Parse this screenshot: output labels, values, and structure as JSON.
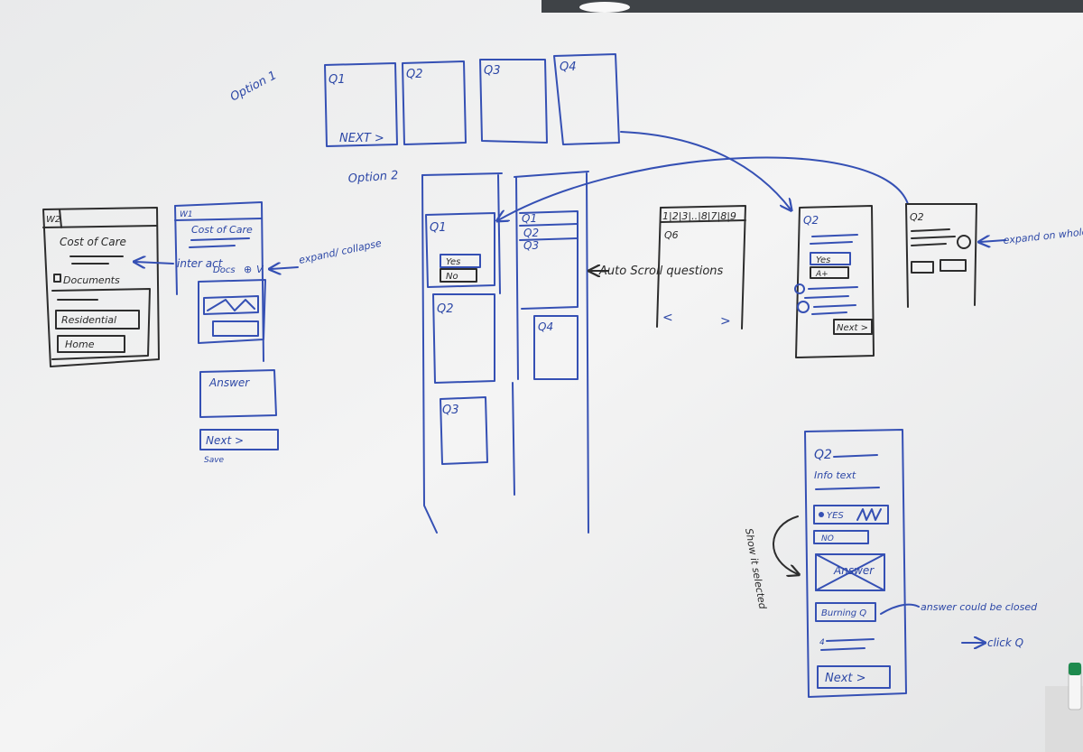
{
  "colors": {
    "marker_blue": "#3550b4",
    "marker_black": "#2d2d2d",
    "board": "#f1f2f2"
  },
  "labels": {
    "option1": "Option 1",
    "option2": "Option 2",
    "q1": "Q1",
    "q2": "Q2",
    "q3": "Q3",
    "q4": "Q4",
    "q6": "Q6",
    "next_arrow": "NEXT >",
    "w2": "W2",
    "w1": "W1",
    "cost_of_care": "Cost of Care",
    "cost_of_care_2": "Cost of Care",
    "documents": "Documents",
    "residential": "Residential",
    "home": "Home",
    "docs": "Docs",
    "inter_act": "inter act",
    "expand_collapse": "expand/ collapse",
    "answer": "Answer",
    "next": "Next >",
    "save": "Save",
    "yes": "Yes",
    "no": "No",
    "auto_scroll": "Auto Scroll questions",
    "pagination": "1|2|3|..|8|7|8|9",
    "prev_chev": "<",
    "next_chev": ">",
    "a_plus": "A+",
    "next_button": "Next >",
    "expand_on_whole": "expand on whole",
    "info_text": "Info text",
    "yes_selected": "YES",
    "no_opt": "NO",
    "answer_crossed": "Answer",
    "burning_q": "Burning Q",
    "show_it_selected": "Show it selected",
    "answer_closed": "answer could be closed",
    "click_q": "click Q",
    "next_bottom": "Next >"
  }
}
